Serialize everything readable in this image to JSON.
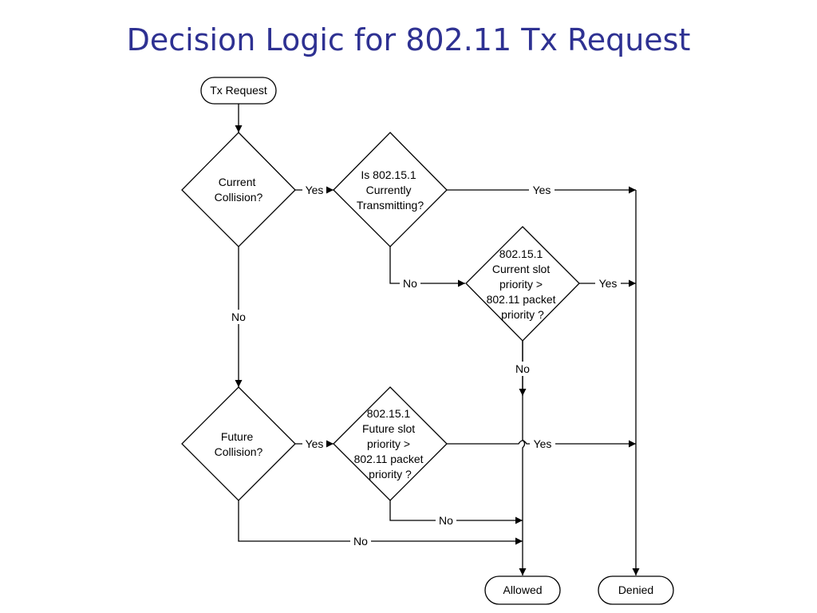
{
  "title": "Decision Logic for 802.11 Tx Request",
  "nodes": {
    "start": {
      "text": "Tx Request"
    },
    "current_collision": {
      "lines": [
        "Current",
        "Collision?"
      ]
    },
    "transmitting": {
      "lines": [
        "Is 802.15.1",
        "Currently",
        "Transmitting?"
      ]
    },
    "current_priority": {
      "lines": [
        "802.15.1",
        "Current slot",
        "priority >",
        "802.11 packet",
        "priority ?"
      ]
    },
    "future_collision": {
      "lines": [
        "Future",
        "Collision?"
      ]
    },
    "future_priority": {
      "lines": [
        "802.15.1",
        "Future slot",
        "priority >",
        "802.11 packet",
        "priority ?"
      ]
    },
    "allowed": {
      "text": "Allowed"
    },
    "denied": {
      "text": "Denied"
    }
  },
  "edge_labels": {
    "cc_yes": "Yes",
    "cc_no": "No",
    "tx_yes": "Yes",
    "tx_no": "No",
    "cp_yes": "Yes",
    "cp_no": "No",
    "fc_yes": "Yes",
    "fc_no": "No",
    "fp_yes": "Yes",
    "fp_no": "No"
  }
}
